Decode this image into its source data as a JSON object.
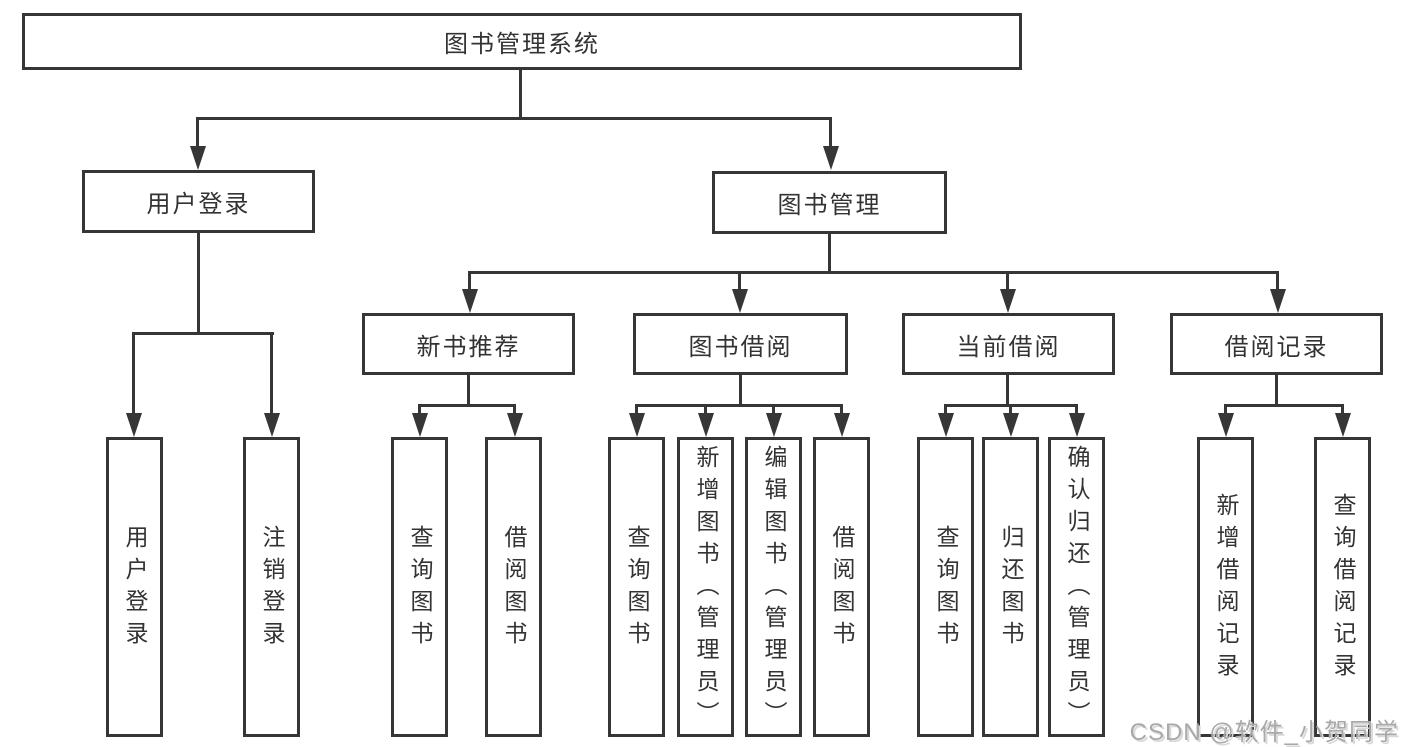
{
  "diagram": {
    "root": {
      "label": "图书管理系统"
    },
    "branches": [
      {
        "label": "用户登录",
        "children": [
          {
            "label": "用户登录"
          },
          {
            "label": "注销登录"
          }
        ]
      },
      {
        "label": "图书管理",
        "children": [
          {
            "label": "新书推荐",
            "children": [
              {
                "label": "查询图书"
              },
              {
                "label": "借阅图书"
              }
            ]
          },
          {
            "label": "图书借阅",
            "children": [
              {
                "label": "查询图书"
              },
              {
                "label": "新增图书（管理员）"
              },
              {
                "label": "编辑图书（管理员）"
              },
              {
                "label": "借阅图书"
              }
            ]
          },
          {
            "label": "当前借阅",
            "children": [
              {
                "label": "查询图书"
              },
              {
                "label": "归还图书"
              },
              {
                "label": "确认归还（管理员）"
              }
            ]
          },
          {
            "label": "借阅记录",
            "children": [
              {
                "label": "新增借阅记录"
              },
              {
                "label": "查询借阅记录"
              }
            ]
          }
        ]
      }
    ]
  },
  "watermark": {
    "text": "CSDN @软件_小贺同学"
  },
  "colors": {
    "line": "#363636",
    "text": "#333333",
    "watermark": "#a9a9a9",
    "background": "#ffffff"
  }
}
